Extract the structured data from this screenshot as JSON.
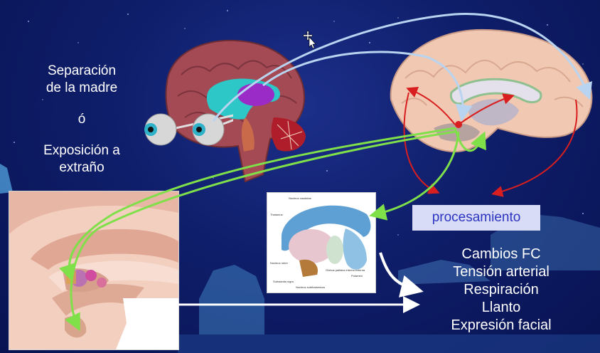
{
  "left_text": {
    "line1": "Separación",
    "line2": "de la madre",
    "line3": "ó",
    "line4": "Exposición a",
    "line5": "extraño"
  },
  "processing_label": "procesamiento",
  "effects": {
    "item1": "Cambios FC",
    "item2": "Tensión arterial",
    "item3": "Respiración",
    "item4": "Llanto",
    "item5": "Expresión facial"
  },
  "inset_labels": {
    "caudate": "Nucleus caudatus",
    "thalamus": "Thalamus",
    "ruber": "Nucleus ruber",
    "nigra": "Substantia nigra",
    "subthalamic": "Nucleus subthalamicus",
    "pallidus": "Globus pallidus interna externa",
    "putamen": "Putamen"
  },
  "colors": {
    "background": "#0f1e6a",
    "green_arrow": "#7fe04a",
    "blue_arrow": "#b8d4f0",
    "red_arrow": "#d81e1e",
    "processing_bg": "#d9dcf6",
    "processing_text": "#2b35c0"
  },
  "cursor_icon": "move-cursor-icon"
}
